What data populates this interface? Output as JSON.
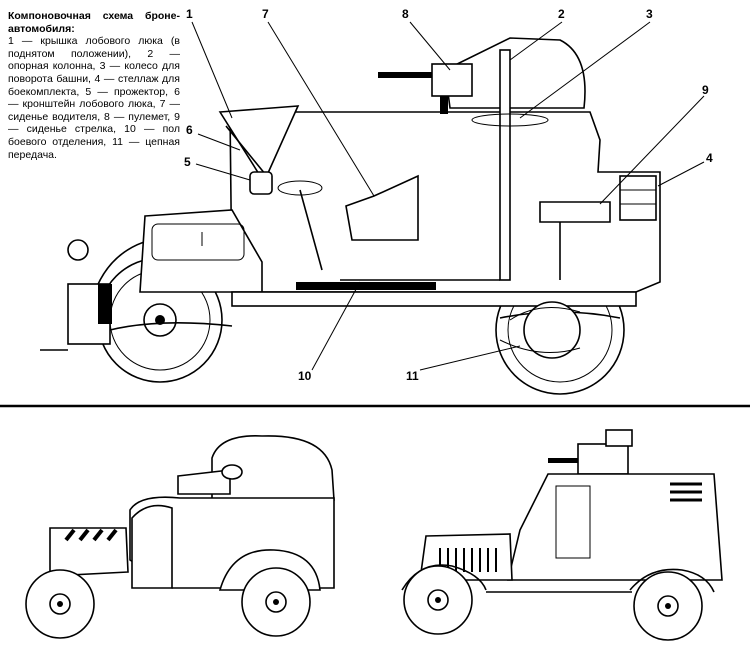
{
  "legend": {
    "title": "Компоновочная схема броне-автомобиля:",
    "text": "1 — крышка лобового люка (в поднятом положении), 2 — опорная колонна, 3 — колесо для поворота башни, 4 — стеллаж для боекомплекта, 5 — прожектор, 6 — кронштейн лобового люка, 7 — сиденье водителя, 8 — пулемет, 9 — сиденье стрелка, 10 — пол боевого отделения, 11 — цепная передача."
  },
  "callouts": [
    "1",
    "2",
    "3",
    "4",
    "5",
    "6",
    "7",
    "8",
    "9",
    "10",
    "11"
  ],
  "colors": {
    "ink": "#000000",
    "paper": "#ffffff"
  }
}
